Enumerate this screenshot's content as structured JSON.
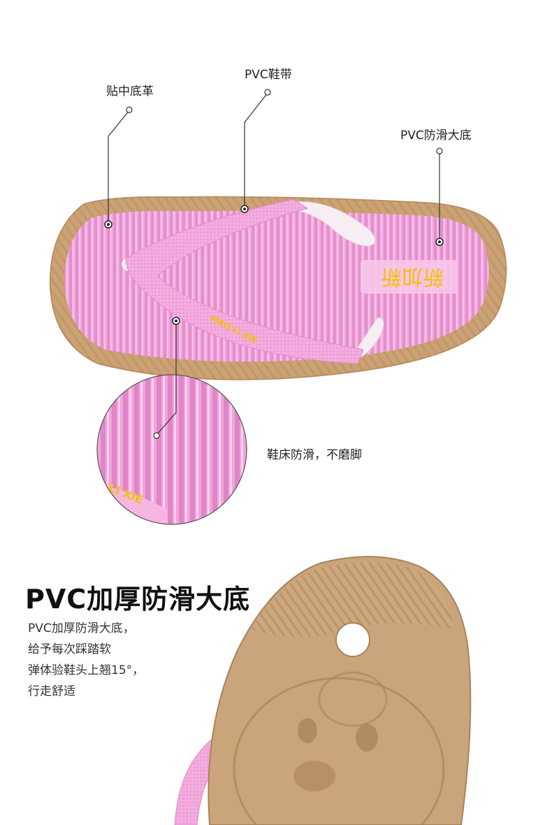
{
  "callouts": {
    "insole": "贴中底革",
    "strap": "PVC鞋带",
    "outsole": "PVC防滑大底",
    "bed": "鞋床防滑，不磨脚"
  },
  "brand": {
    "insole_logo": "新加新",
    "strap_text": "MAO'LI XIE",
    "zoom_text": "'LI XIE"
  },
  "feature": {
    "title": "PVC加厚防滑大底",
    "lines": [
      "PVC加厚防滑大底，",
      "给予每次踩踏软",
      "弹体验鞋头上翘15°，",
      "行走舒适"
    ]
  },
  "colors": {
    "pink": "#f0a6dc",
    "tan": "#c9a275",
    "strap_white": "#f4eef2",
    "brand_yellow": "#f2c200"
  }
}
